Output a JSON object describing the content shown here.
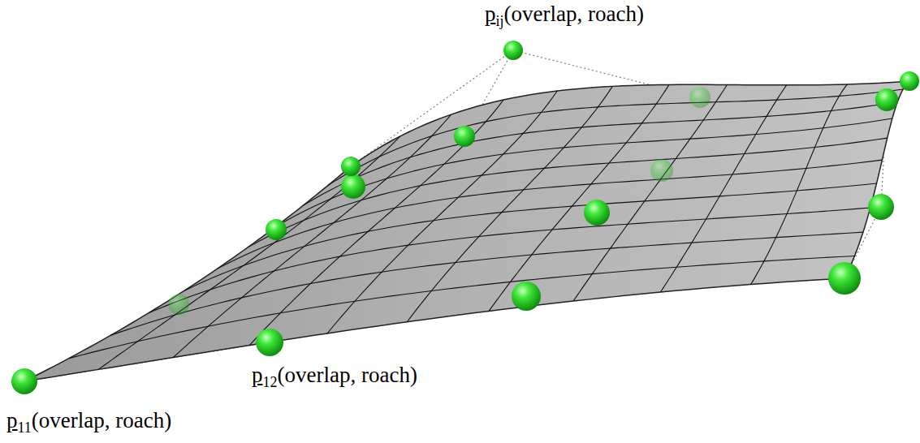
{
  "diagram": {
    "labels": [
      "p",
      "ij",
      "(overlap, roach)",
      "p",
      "12",
      "(overlap, roach)",
      "p",
      "11",
      "(overlap, roach)"
    ]
  }
}
